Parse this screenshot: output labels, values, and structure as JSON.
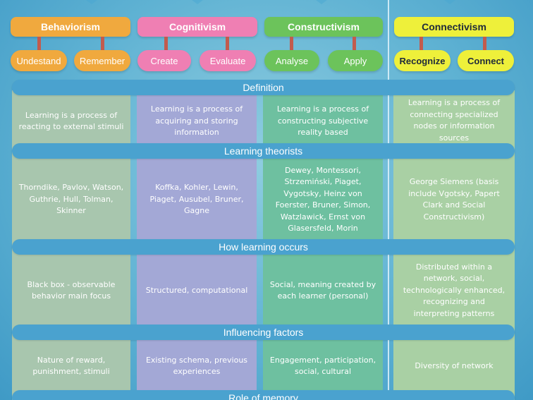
{
  "columns": [
    {
      "title": "Behaviorism",
      "pills": [
        "Undestand",
        "Remember"
      ]
    },
    {
      "title": "Cognitivism",
      "pills": [
        "Create",
        "Evaluate"
      ]
    },
    {
      "title": "Constructivism",
      "pills": [
        "Analyse",
        "Apply"
      ]
    },
    {
      "title": "Connectivism",
      "pills": [
        "Recognize",
        "Connect"
      ]
    }
  ],
  "sections": [
    {
      "label": "Definition",
      "cells": [
        "Learning is a process of reacting to external stimuli",
        "Learning is a process of acquiring and storing information",
        "Learning is a process of constructing subjective reality based",
        "Learning is a process of connecting specialized nodes or information sources"
      ]
    },
    {
      "label": "Learning theorists",
      "cells": [
        "Thorndike, Pavlov, Watson, Guthrie, Hull, Tolman, Skinner",
        "Koffka, Kohler, Lewin, Piaget, Ausubel, Bruner, Gagne",
        "Dewey, Montessori, Strzemiński, Piaget, Vygotsky, Heinz von Foerster, Bruner, Simon, Watzlawick, Ernst von Glasersfeld, Morin",
        "George Siemens (basis include Vgotsky, Papert Clark and Social Constructivism)"
      ]
    },
    {
      "label": "How learning occurs",
      "cells": [
        "Black box - observable behavior main focus",
        "Structured, computational",
        "Social, meaning created by each learner (personal)",
        "Distributed within a network, social, technologically enhanced, recognizing and interpreting patterns"
      ]
    },
    {
      "label": "Influencing factors",
      "cells": [
        "Nature of reward, punishment, stimuli",
        "Existing schema, previous experiences",
        "Engagement, participation, social, cultural",
        "Diversity of network"
      ]
    },
    {
      "label": "Role of memory",
      "cells": []
    }
  ]
}
